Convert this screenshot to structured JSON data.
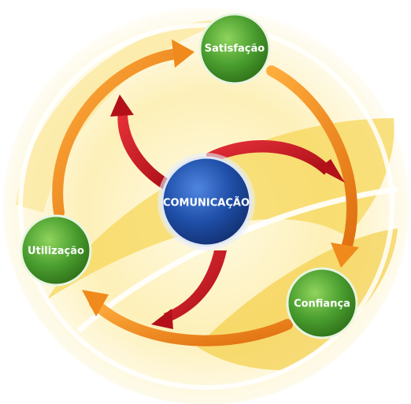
{
  "diagram": {
    "center_label": "COMUNICAÇÃO",
    "nodes": [
      {
        "id": "satisfacao",
        "label": "Satisfação"
      },
      {
        "id": "confianca",
        "label": "Confiança"
      },
      {
        "id": "utilizacao",
        "label": "Utilização"
      }
    ]
  },
  "colors": {
    "node_green": "#4a9e2f",
    "center_blue": "#1f4fa8",
    "cycle_orange": "#f08a1c",
    "inner_red": "#c8141e",
    "background_yellow": "#f7e07a"
  }
}
